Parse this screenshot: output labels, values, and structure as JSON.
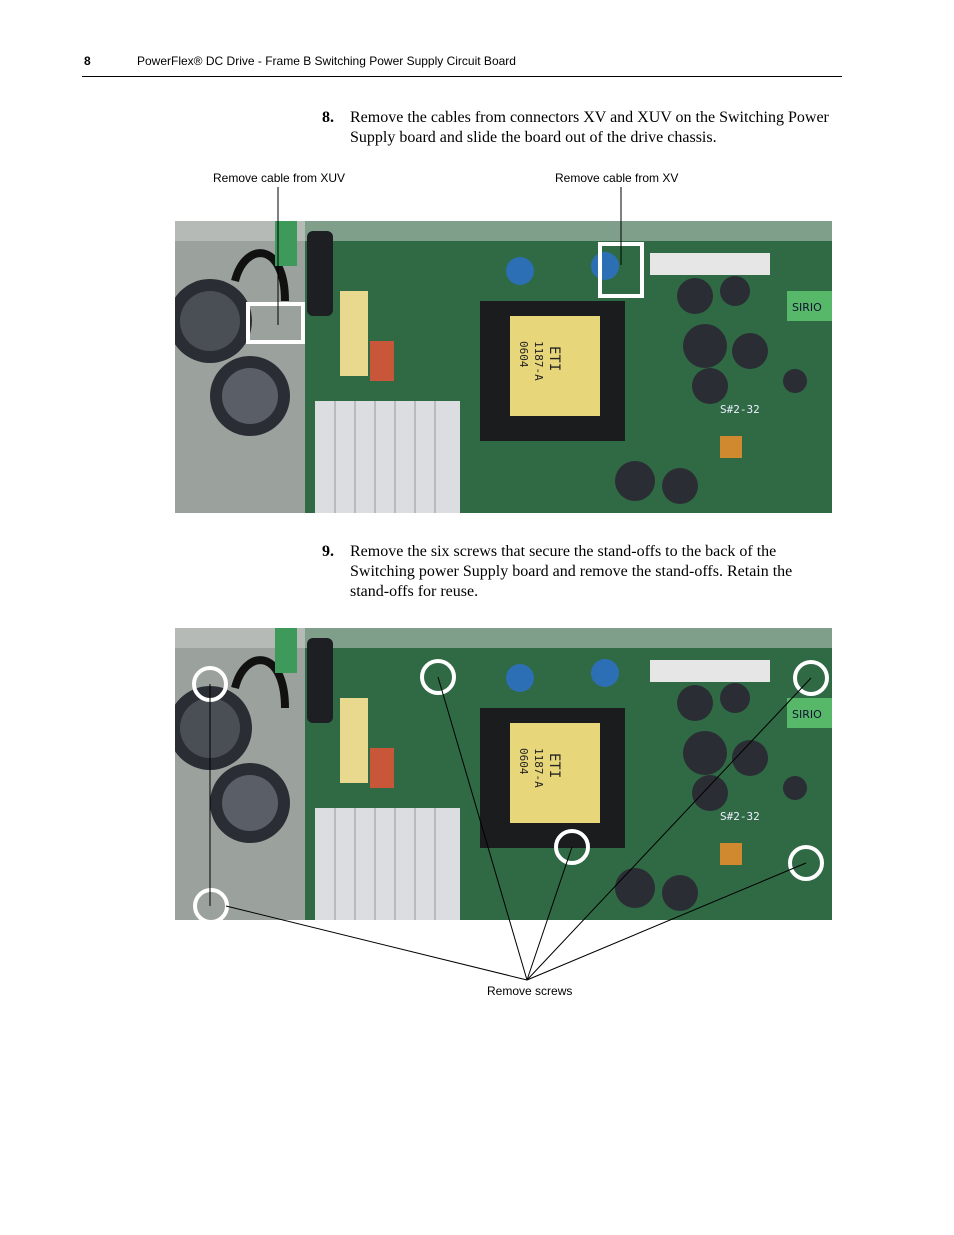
{
  "header": {
    "page_number": "8",
    "title": "PowerFlex® DC Drive - Frame B Switching Power Supply Circuit Board"
  },
  "steps": [
    {
      "number": "8.",
      "text": "Remove the cables from connectors XV and XUV on the Switching Power Supply board and slide the board out of the drive chassis."
    },
    {
      "number": "9.",
      "text": "Remove the six screws that secure the stand-offs to the back of the Switching power Supply board and remove the stand-offs. Retain the stand-offs for reuse."
    }
  ],
  "figure1": {
    "callout_xuv": "Remove cable from XUV",
    "callout_xv": "Remove cable from XV",
    "board_labels": {
      "transformer_1": "ETI",
      "transformer_2": "1187-A",
      "transformer_3": "0604",
      "switch": "S#2-32",
      "brand": "SIRIO"
    }
  },
  "figure2": {
    "callout_screws": "Remove screws",
    "board_labels": {
      "transformer_1": "ETI",
      "transformer_2": "1187-A",
      "transformer_3": "0604",
      "switch": "S#2-32",
      "brand": "SIRIO"
    }
  },
  "colors": {
    "pcb": "#2f6a45",
    "capacitor": "#2a2d33",
    "heatsink": "#dcdde0",
    "transformer": "#e8d77a"
  }
}
